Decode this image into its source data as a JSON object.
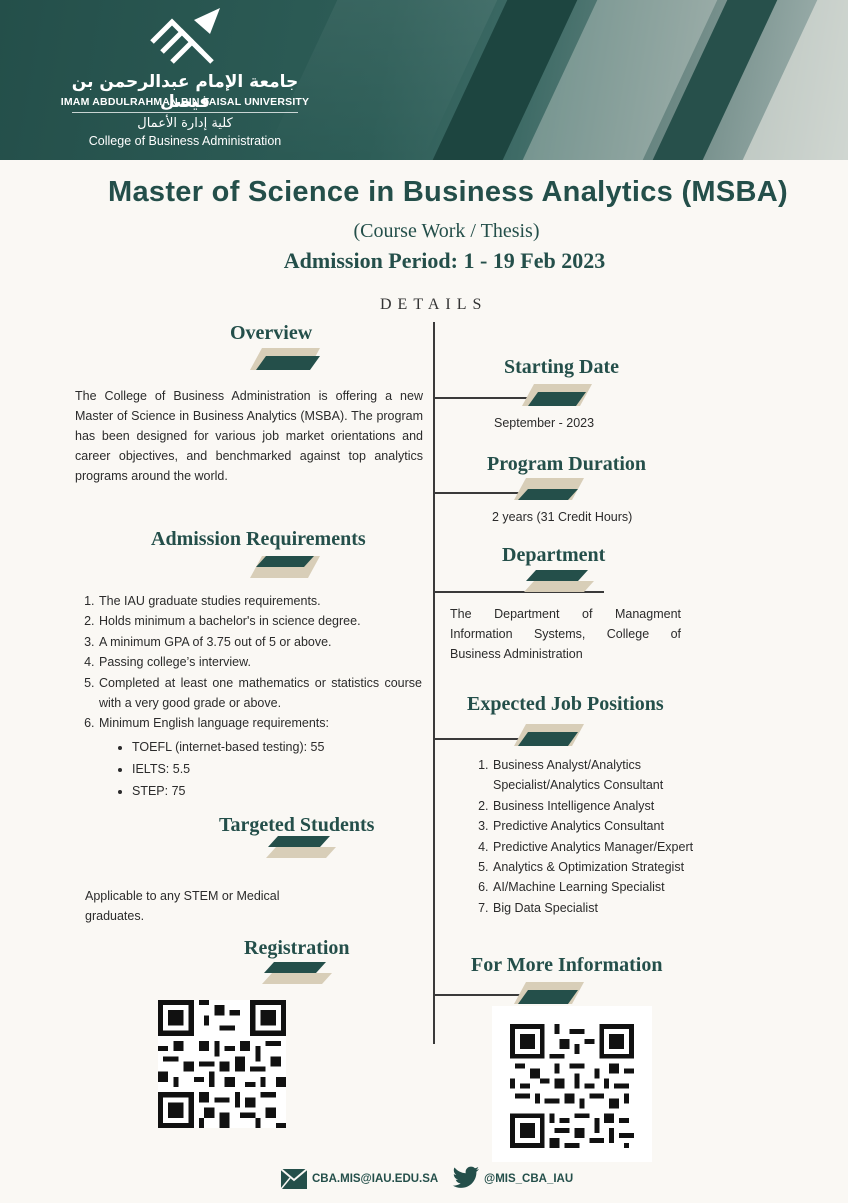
{
  "header": {
    "university_ar": "جامعة الإمام عبدالرحمن بن فيصل",
    "university_en": "IMAM ABDULRAHMAN BIN FAISAL UNIVERSITY",
    "college_ar": "كلية إدارة الأعمال",
    "college_en": "College of Business Administration"
  },
  "title": "Master of Science in Business Analytics (MSBA)",
  "subtitle": "(Course Work / Thesis)",
  "admission_period": "Admission Period: 1 - 19 Feb 2023",
  "details_label": "DETAILS",
  "colors": {
    "primary": "#244f4a",
    "accent_tan": "#d8ceb8",
    "line": "#3a3a3a"
  },
  "overview": {
    "heading": "Overview",
    "text": "The College of Business Administration is offering a new Master of Science in Business Analytics (MSBA). The program has been designed for various job market orientations and career objectives, and benchmarked against top analytics programs around the world."
  },
  "starting_date": {
    "heading": "Starting Date",
    "value": "September - 2023"
  },
  "program_duration": {
    "heading": "Program Duration",
    "value": "2 years (31 Credit Hours)"
  },
  "department": {
    "heading": "Department",
    "text": "The Department of Managment Information Systems, College of Business Administration"
  },
  "admission_requirements": {
    "heading": "Admission Requirements",
    "items": [
      "The IAU graduate studies requirements.",
      "Holds minimum a bachelor's in science degree.",
      "A minimum GPA of 3.75 out of 5 or above.",
      "Passing college’s interview.",
      "Completed at least one mathematics or statistics course with a very good grade or above.",
      "Minimum English language requirements:"
    ],
    "english": [
      "TOEFL (internet-based testing): 55",
      "IELTS:  5.5",
      "STEP: 75"
    ]
  },
  "expected_jobs": {
    "heading": "Expected Job Positions",
    "items": [
      "Business Analyst/Analytics Specialist/Analytics Consultant",
      "Business Intelligence Analyst",
      "Predictive Analytics Consultant",
      "Predictive Analytics Manager/Expert",
      "Analytics & Optimization Strategist",
      "AI/Machine Learning Specialist",
      "Big Data Specialist"
    ]
  },
  "targeted_students": {
    "heading": "Targeted Students",
    "line1": "Applicable to any STEM or Medical",
    "line2": "graduates."
  },
  "registration": {
    "heading": "Registration"
  },
  "more_info": {
    "heading": "For More Information"
  },
  "footer": {
    "email": "CBA.MIS@IAU.EDU.SA",
    "twitter": "@MIS_CBA_IAU"
  }
}
